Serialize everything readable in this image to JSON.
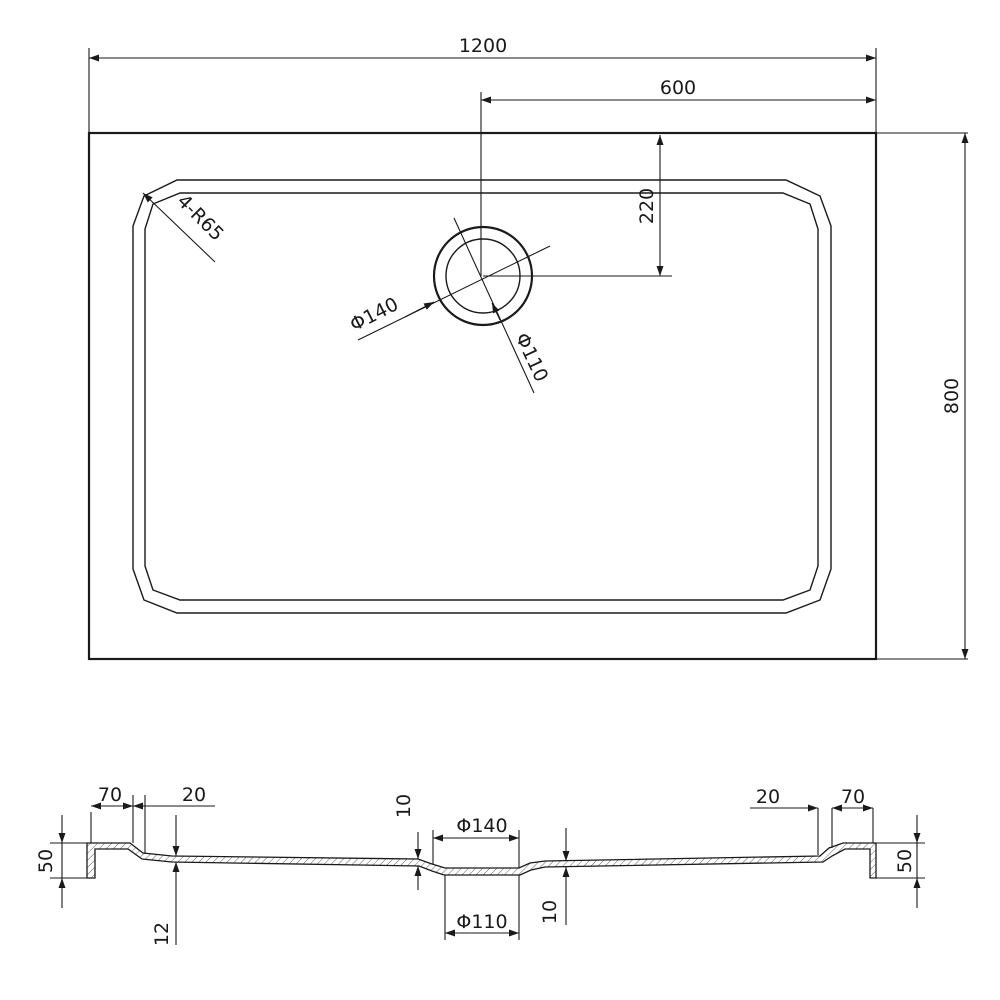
{
  "top_view": {
    "width_label": "1200",
    "center_label": "600",
    "drain_offset_label": "220",
    "depth_label": "800",
    "corner_radius_label": "4-R65",
    "outer_drain_label": "Φ140",
    "inner_drain_label": "Φ110"
  },
  "section_view": {
    "left_rim_label": "70",
    "left_slope_label": "20",
    "right_slope_label": "20",
    "right_rim_label": "70",
    "left_height_label": "50",
    "right_height_label": "50",
    "base_thickness_label": "12",
    "drain_step_label": "10",
    "drain_bottom_label": "10",
    "outer_drain_label": "Φ140",
    "inner_drain_label": "Φ110"
  }
}
